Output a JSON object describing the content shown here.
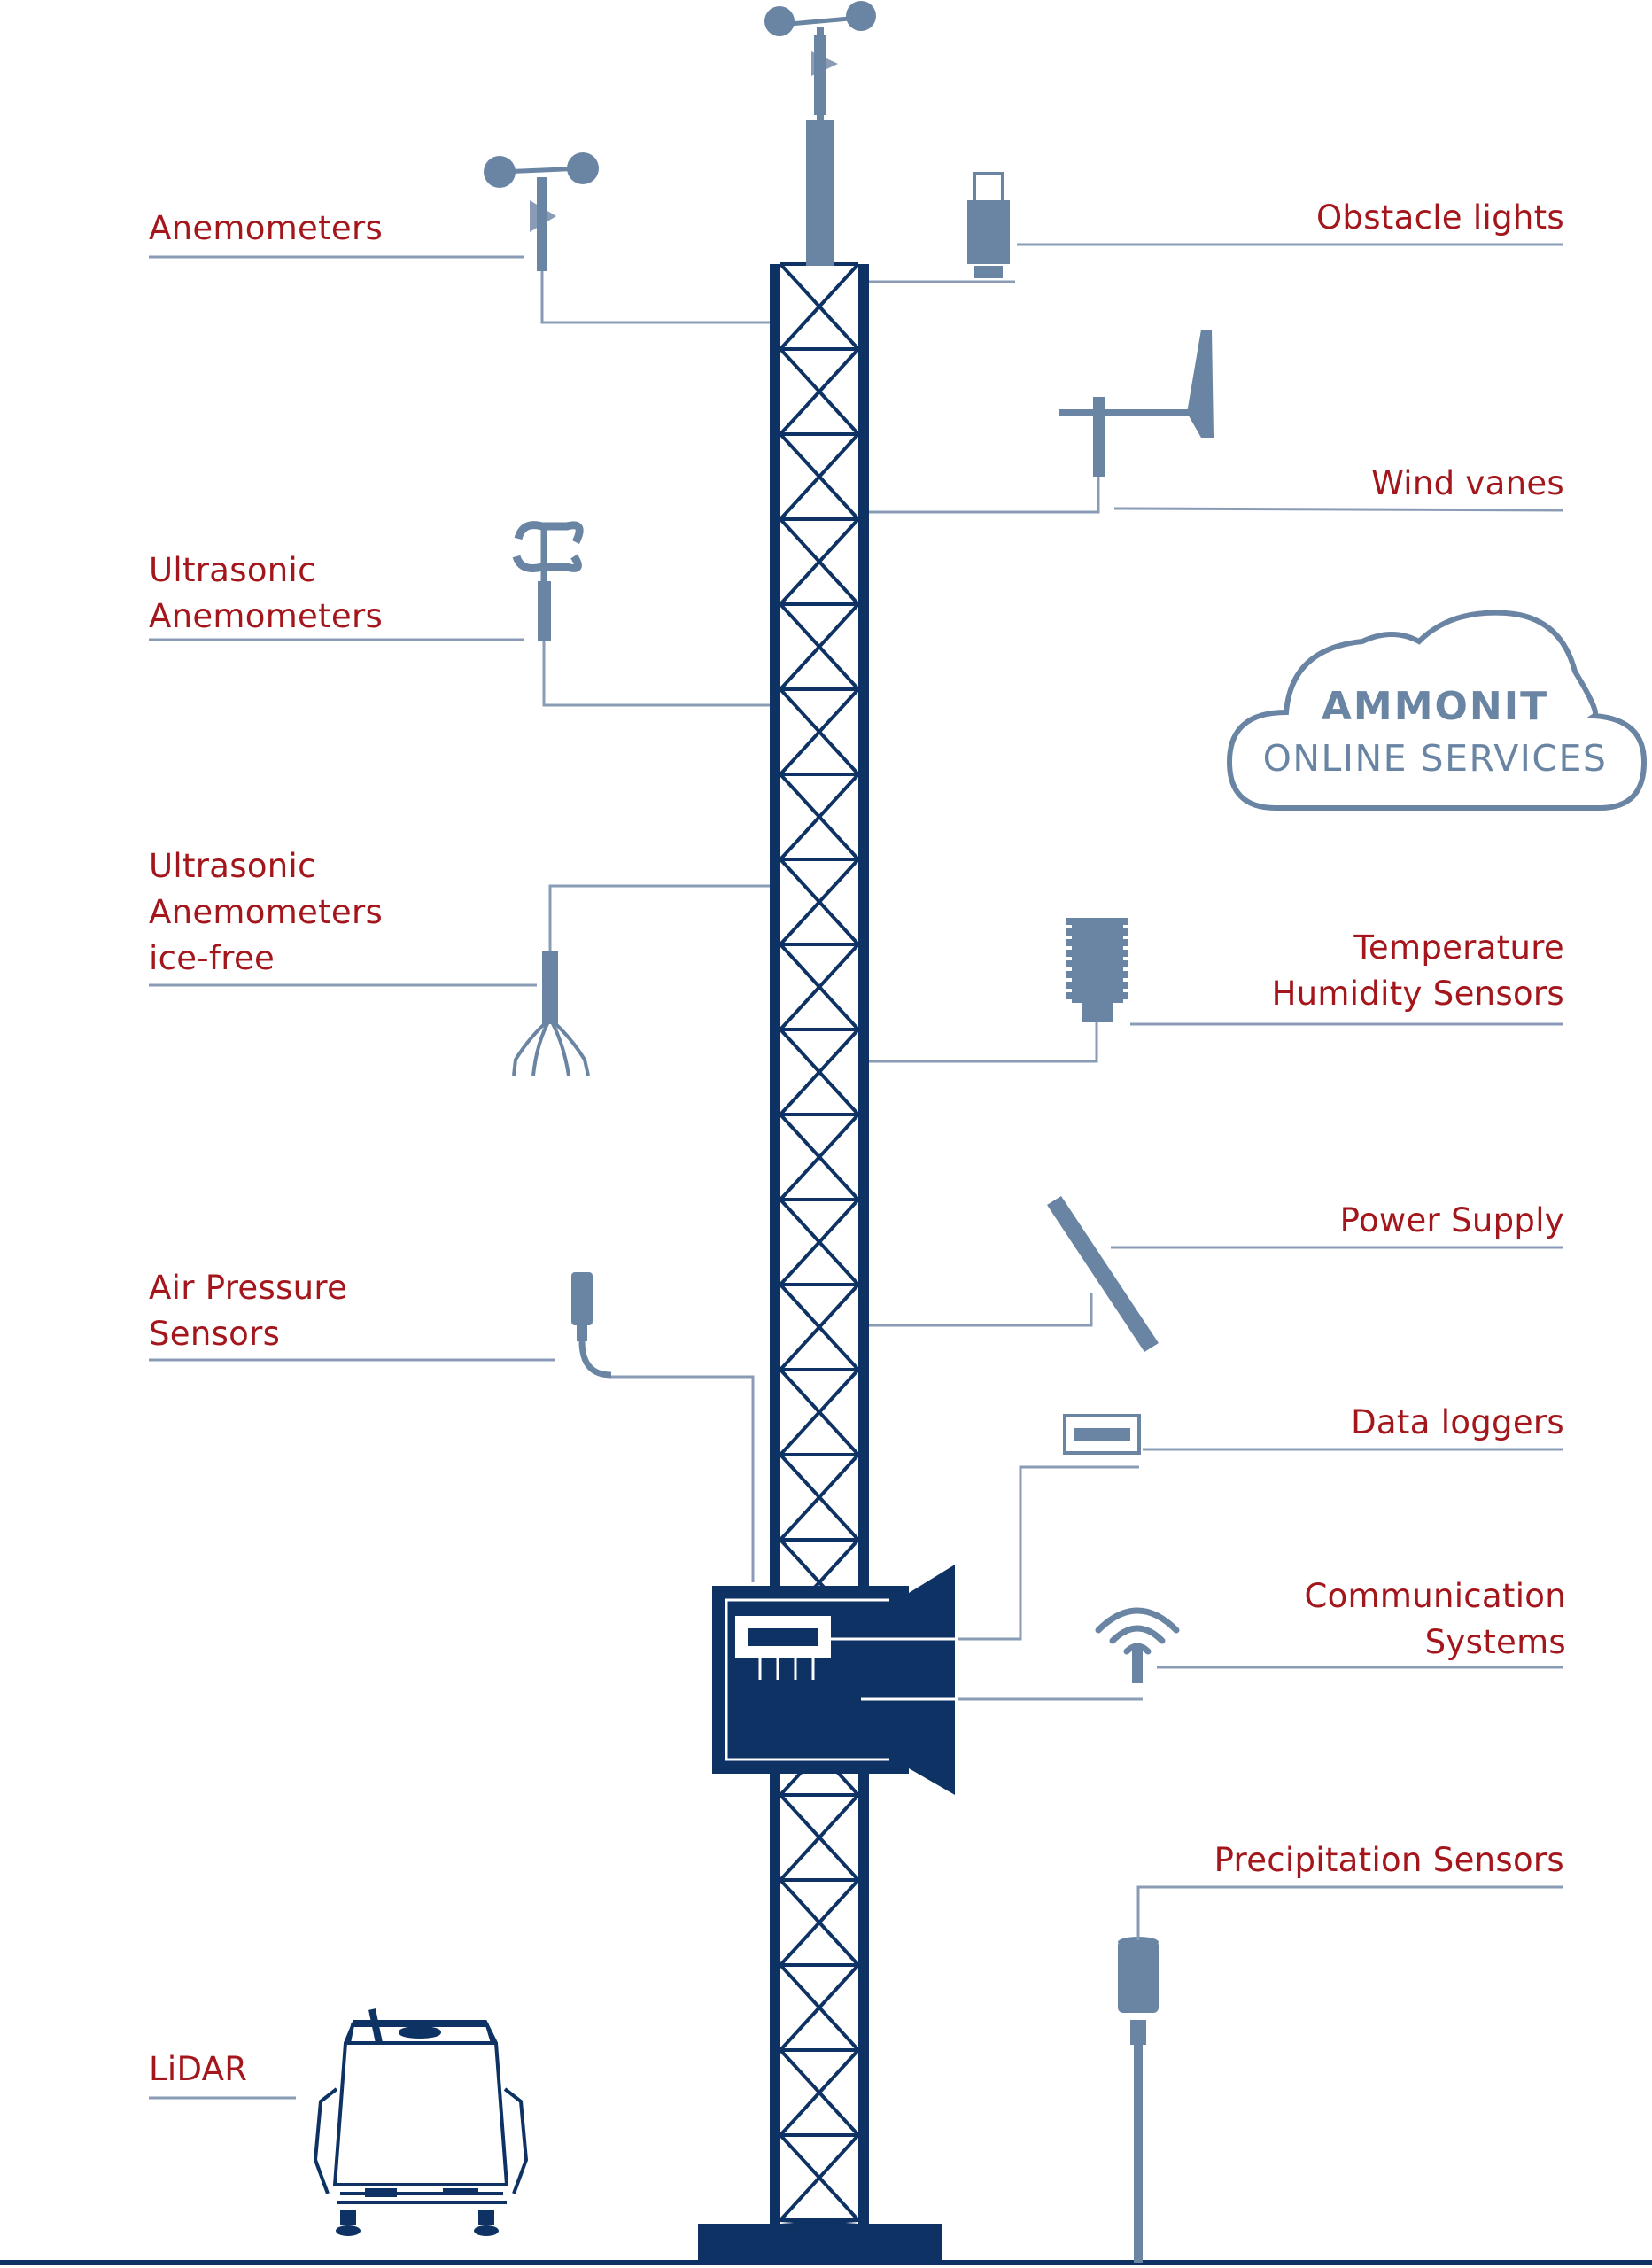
{
  "labels": {
    "anemometers": "Anemometers",
    "ultrasonic": [
      "Ultrasonic",
      "Anemometers"
    ],
    "ultrasonic_icefree": [
      "Ultrasonic",
      "Anemometers",
      "ice-free"
    ],
    "air_pressure": [
      "Air Pressure",
      "Sensors"
    ],
    "lidar": "LiDAR",
    "obstacle_lights": "Obstacle lights",
    "wind_vanes": "Wind vanes",
    "temp_humidity": [
      "Temperature",
      "Humidity Sensors"
    ],
    "power_supply": "Power Supply",
    "data_loggers": "Data loggers",
    "communication": [
      "Communication",
      "Systems"
    ],
    "precipitation": "Precipitation Sensors"
  },
  "cloud": {
    "title": "AMMONIT",
    "subtitle": "ONLINE SERVICES"
  },
  "colors": {
    "label": "#a3161c",
    "tower": "#0d3263",
    "sensor": "#6a85a3",
    "leader_line": "#8a9cb5",
    "ground": "#0d3263"
  },
  "icons": [
    "cup-anemometer-icon",
    "ultrasonic-anemometer-icon",
    "ice-free-ultrasonic-icon",
    "air-pressure-sensor-icon",
    "lidar-icon",
    "obstacle-light-icon",
    "wind-vane-icon",
    "temperature-humidity-icon",
    "solar-panel-icon",
    "data-logger-icon",
    "wireless-icon",
    "rain-gauge-icon",
    "cloud-icon"
  ]
}
